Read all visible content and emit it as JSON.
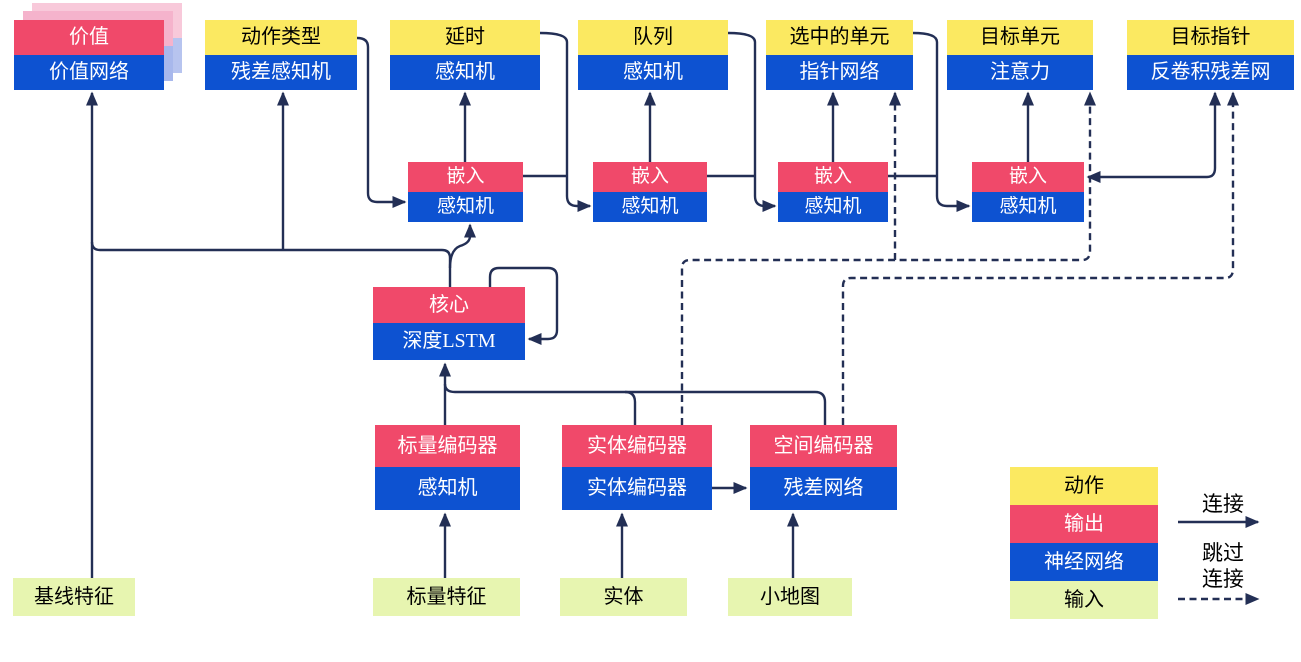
{
  "diagram": {
    "nodes": {
      "value": {
        "top": "价值",
        "bottom": "价值网络"
      },
      "action_type": {
        "top": "动作类型",
        "bottom": "残差感知机"
      },
      "delay": {
        "top": "延时",
        "bottom": "感知机"
      },
      "queue": {
        "top": "队列",
        "bottom": "感知机"
      },
      "selected_units": {
        "top": "选中的单元",
        "bottom": "指针网络"
      },
      "target_unit": {
        "top": "目标单元",
        "bottom": "注意力"
      },
      "target_point": {
        "top": "目标指针",
        "bottom": "反卷积残差网"
      },
      "embed1": {
        "top": "嵌入",
        "bottom": "感知机"
      },
      "embed2": {
        "top": "嵌入",
        "bottom": "感知机"
      },
      "embed3": {
        "top": "嵌入",
        "bottom": "感知机"
      },
      "embed4": {
        "top": "嵌入",
        "bottom": "感知机"
      },
      "core": {
        "top": "核心",
        "bottom": "深度LSTM"
      },
      "scalar_encoder": {
        "top": "标量编码器",
        "bottom": "感知机"
      },
      "entity_encoder": {
        "top": "实体编码器",
        "bottom": "实体编码器"
      },
      "spatial_encoder": {
        "top": "空间编码器",
        "bottom": "残差网络"
      }
    },
    "inputs": {
      "baseline_features": "基线特征",
      "scalar_features": "标量特征",
      "entities": "实体",
      "minimap": "小地图"
    },
    "legend": {
      "action": "动作",
      "output": "输出",
      "network": "神经网络",
      "input": "输入",
      "connection": "连接",
      "skip_line1": "跳过",
      "skip_line2": "连接"
    },
    "colors": {
      "action_yellow": "#fbe961",
      "output_red": "#f0496a",
      "network_blue": "#0d52d1",
      "input_green": "#e7f5b0",
      "line_navy": "#232f55",
      "shadow_pink": "#f8c9da",
      "shadow_blue": "#b7c4ef",
      "shadow_pink_near": "#f5b3cc",
      "shadow_blue_near": "#a8b8ec"
    }
  }
}
